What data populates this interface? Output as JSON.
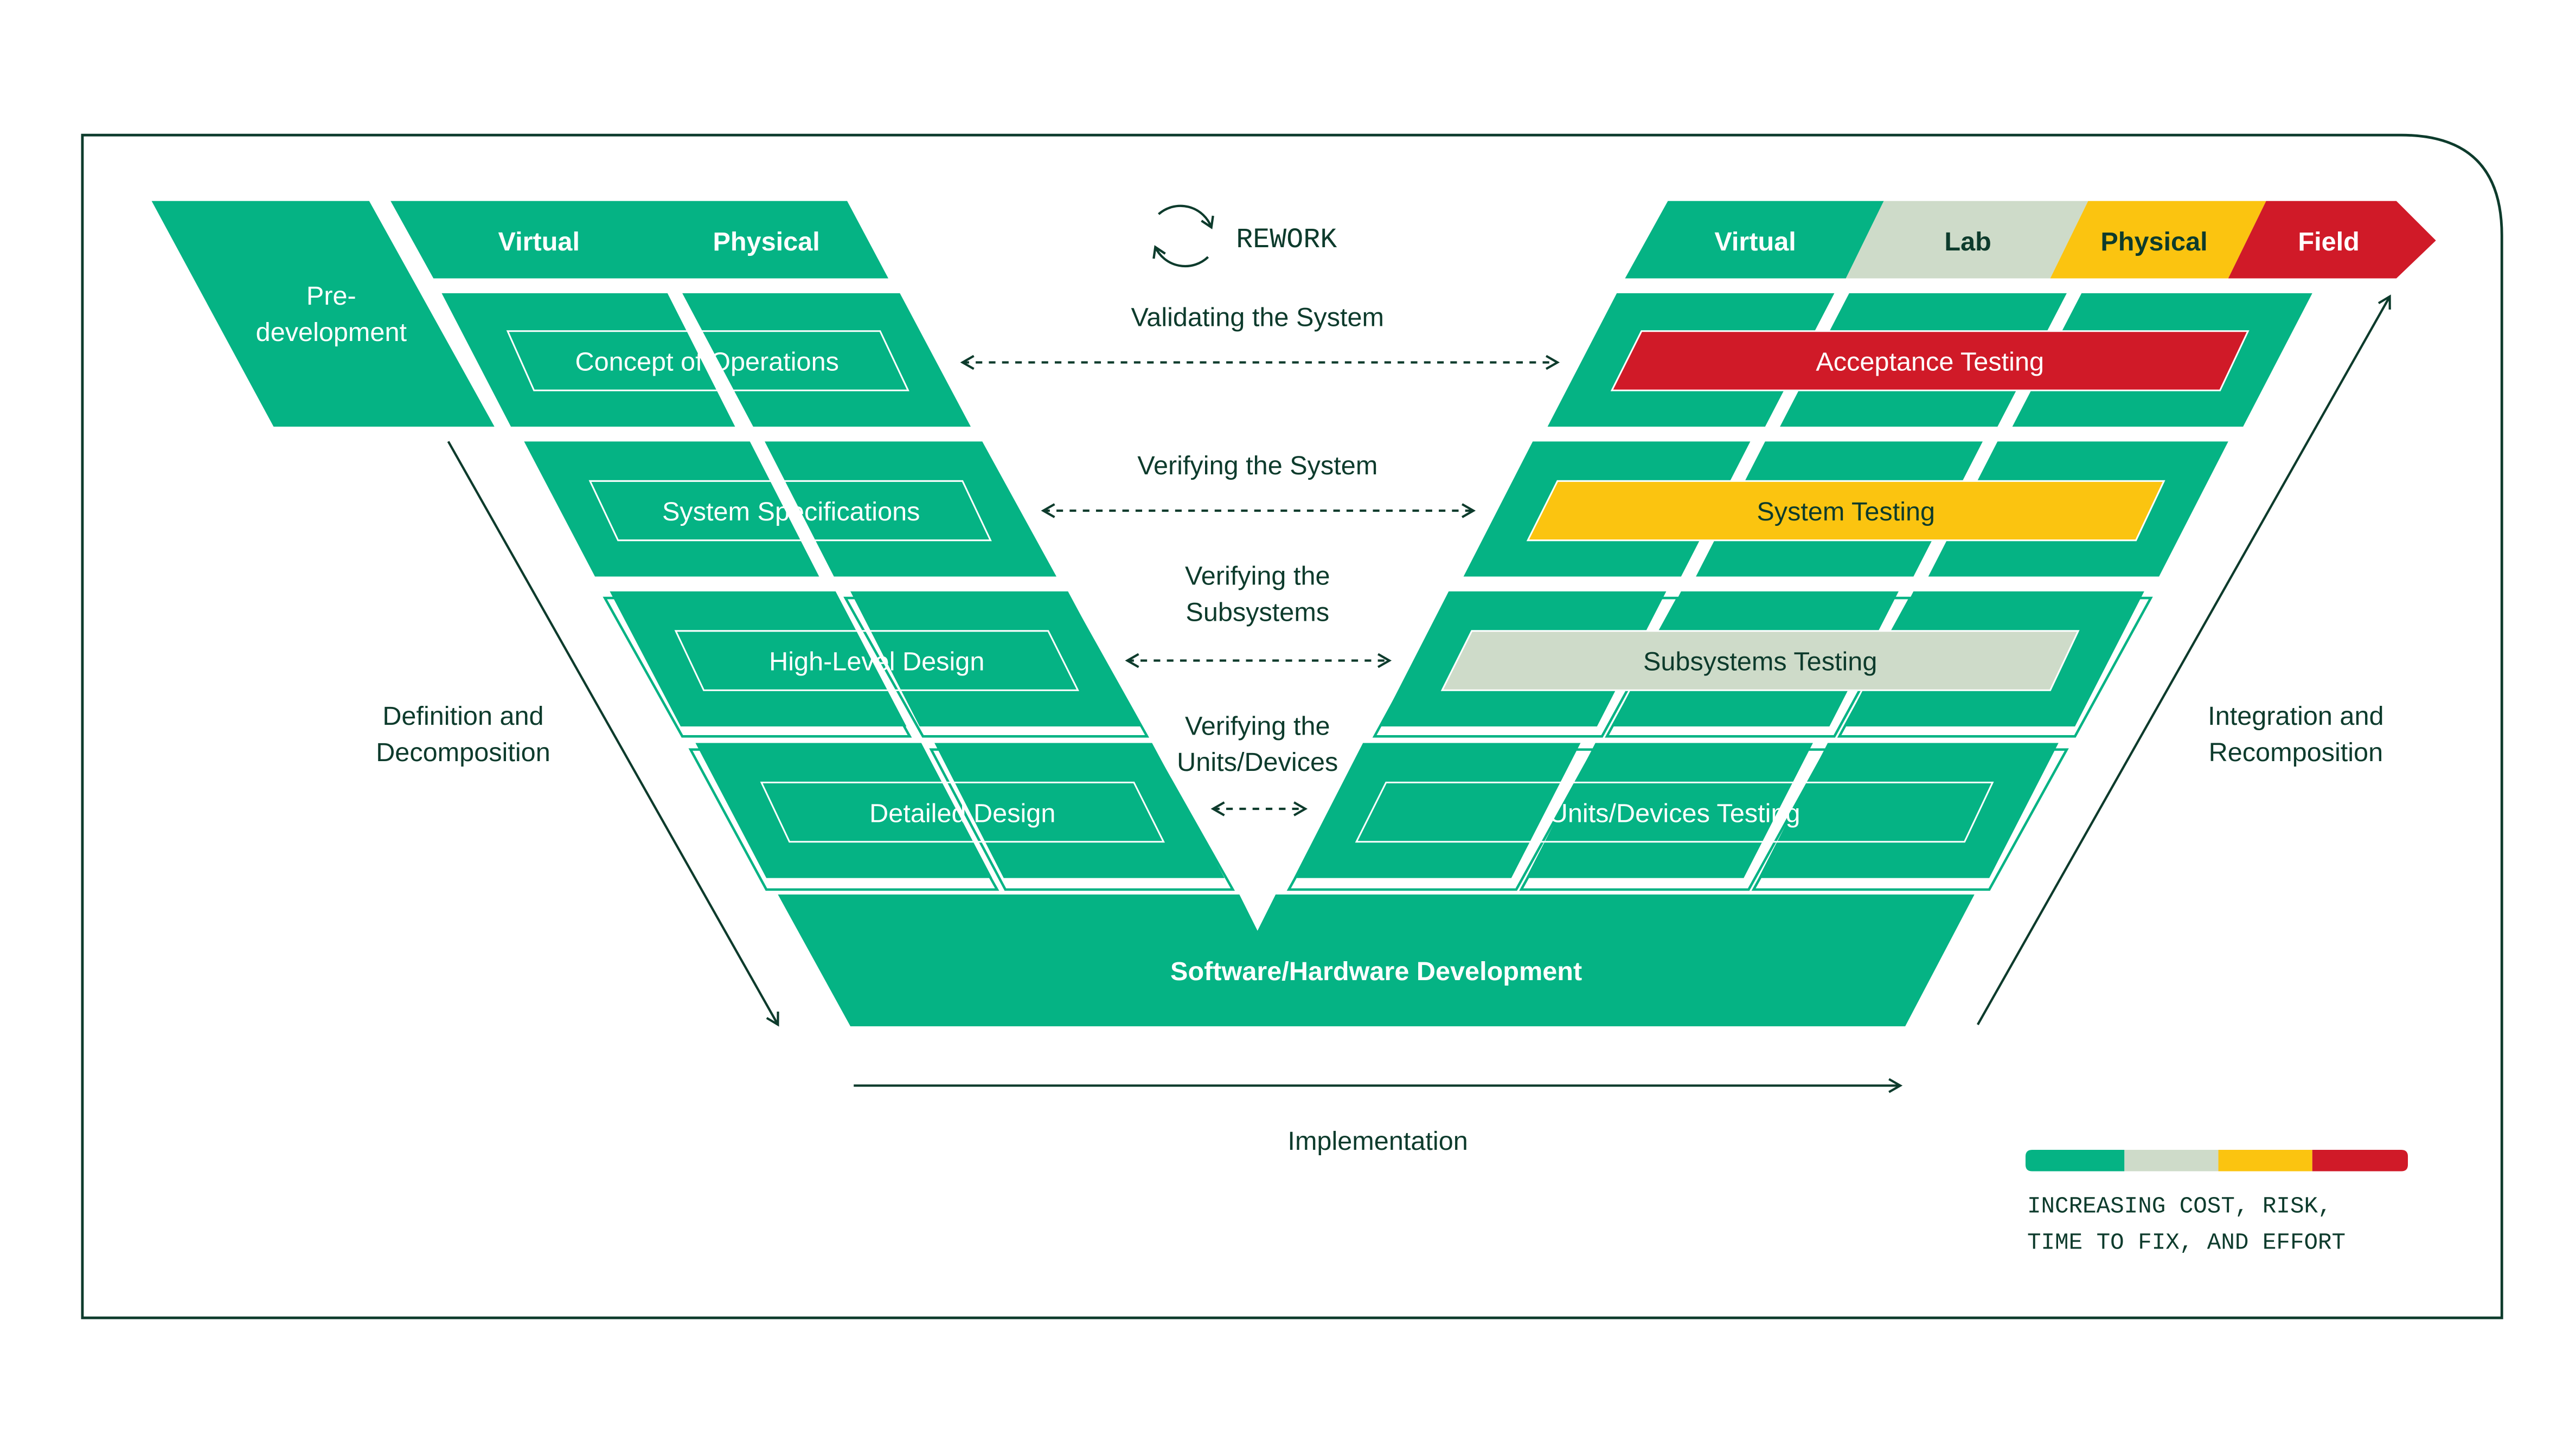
{
  "colors": {
    "green": "#05B384",
    "dark_green": "#0D3B2C",
    "light_gray": "#CEDBC9",
    "yellow": "#FBC410",
    "red": "#D01A28",
    "white": "#FFFFFF"
  },
  "left_header": {
    "virtual": "Virtual",
    "physical": "Physical"
  },
  "predevelopment": {
    "line1": "Pre-",
    "line2": "development"
  },
  "left_levels": {
    "concept": "Concept of Operations",
    "system_spec": "System Specifications",
    "high_level": "High-Level Design",
    "detailed": "Detailed Design"
  },
  "right_header": {
    "virtual": "Virtual",
    "lab": "Lab",
    "physical": "Physical",
    "field": "Field"
  },
  "right_levels": {
    "acceptance": "Acceptance Testing",
    "system": "System Testing",
    "subsystems": "Subsystems Testing",
    "units": "Units/Devices Testing"
  },
  "bottom_block": "Software/Hardware Development",
  "rework": "REWORK",
  "links": {
    "validating_system": "Validating the System",
    "verifying_system": "Verifying the System",
    "verifying_subsystems_1": "Verifying the",
    "verifying_subsystems_2": "Subsystems",
    "verifying_units_1": "Verifying the",
    "verifying_units_2": "Units/Devices"
  },
  "side_labels": {
    "definition_1": "Definition and",
    "definition_2": "Decomposition",
    "integration_1": "Integration and",
    "integration_2": "Recomposition"
  },
  "implementation": "Implementation",
  "legend": {
    "line1": "INCREASING COST, RISK,",
    "line2": "TIME TO FIX, AND EFFORT"
  }
}
